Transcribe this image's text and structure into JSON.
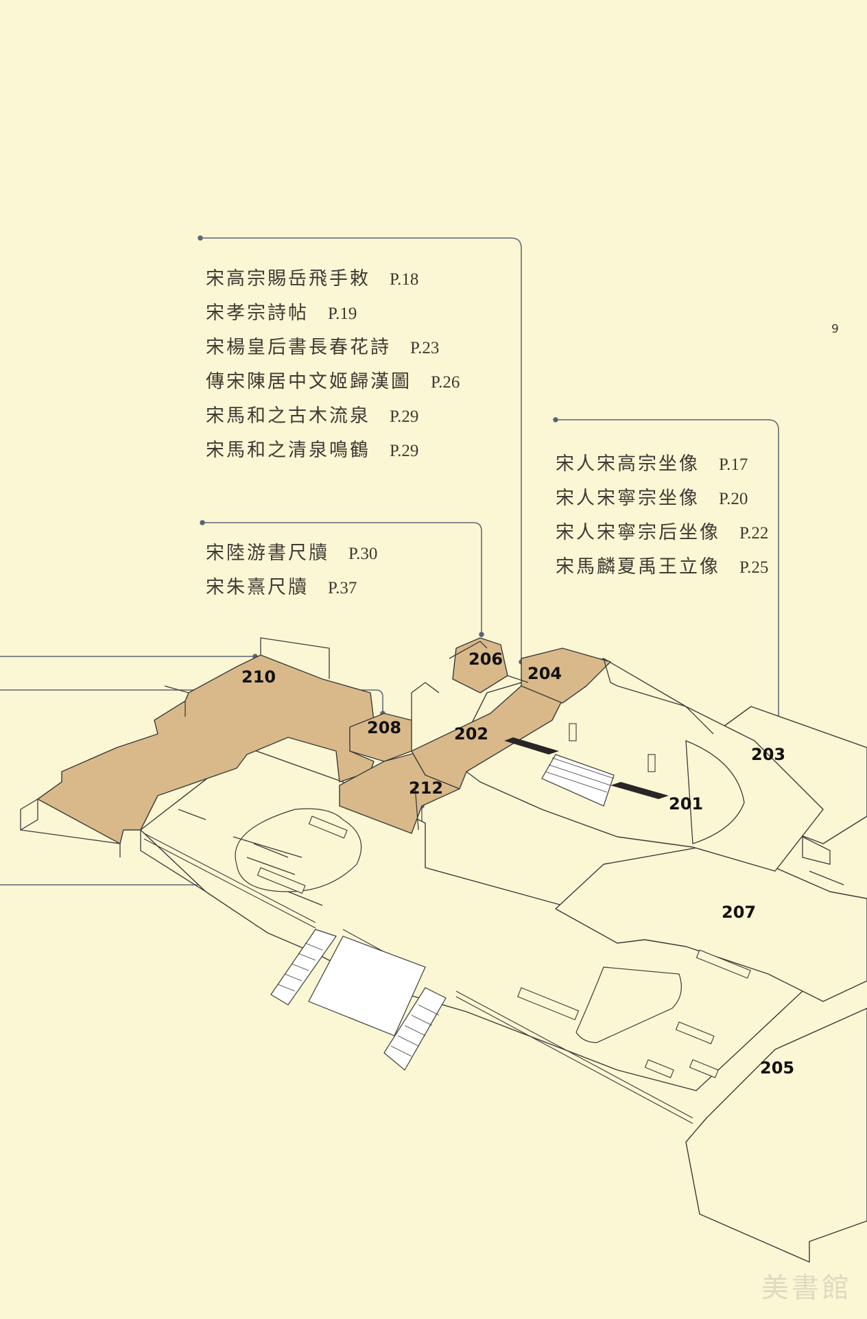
{
  "page_number": "9",
  "callouts": [
    {
      "id": "group-a",
      "items": [
        {
          "title": "宋高宗賜岳飛手敕",
          "page": "P.18"
        },
        {
          "title": "宋孝宗詩帖",
          "page": "P.19"
        },
        {
          "title": "宋楊皇后書長春花詩",
          "page": "P.23"
        },
        {
          "title": "傳宋陳居中文姬歸漢圖",
          "page": "P.26"
        },
        {
          "title": "宋馬和之古木流泉",
          "page": "P.29"
        },
        {
          "title": "宋馬和之清泉鳴鶴",
          "page": "P.29"
        }
      ]
    },
    {
      "id": "group-b",
      "items": [
        {
          "title": "宋陸游書尺牘",
          "page": "P.30"
        },
        {
          "title": "宋朱熹尺牘",
          "page": "P.37"
        }
      ]
    },
    {
      "id": "group-c",
      "items": [
        {
          "title": "宋人宋高宗坐像",
          "page": "P.17"
        },
        {
          "title": "宋人宋寧宗坐像",
          "page": "P.20"
        },
        {
          "title": "宋人宋寧宗后坐像",
          "page": "P.22"
        },
        {
          "title": "宋馬麟夏禹王立像",
          "page": "P.25"
        }
      ]
    }
  ],
  "rooms": {
    "r201": "201",
    "r202": "202",
    "r203": "203",
    "r204": "204",
    "r205": "205",
    "r206": "206",
    "r207": "207",
    "r208": "208",
    "r210": "210",
    "r212": "212"
  },
  "colors": {
    "background": "#fbf6d4",
    "highlight_room": "#d9b98a",
    "line": "#5a6475",
    "wall": "#3a3a3a"
  },
  "watermark": "美書館"
}
